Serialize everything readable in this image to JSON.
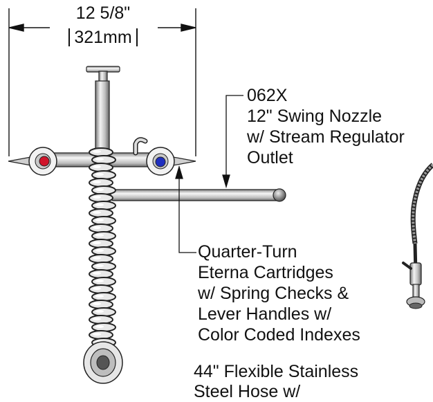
{
  "dimension": {
    "imperial": "12 5/8\"",
    "metric": "321mm"
  },
  "callouts": {
    "nozzle": [
      "062X",
      "12\" Swing Nozzle",
      "w/ Stream Regulator",
      "Outlet"
    ],
    "cartridges": [
      "Quarter-Turn",
      "Eterna Cartridges",
      "w/ Spring Checks &",
      "Lever Handles w/",
      "Color Coded Indexes"
    ],
    "hose": [
      "44\" Flexible Stainless",
      "Steel Hose w/"
    ]
  },
  "colors": {
    "hot_index": "#d0152b",
    "cold_index": "#1f2fbf",
    "metal": "#b8b8b8",
    "outline": "#222222"
  }
}
